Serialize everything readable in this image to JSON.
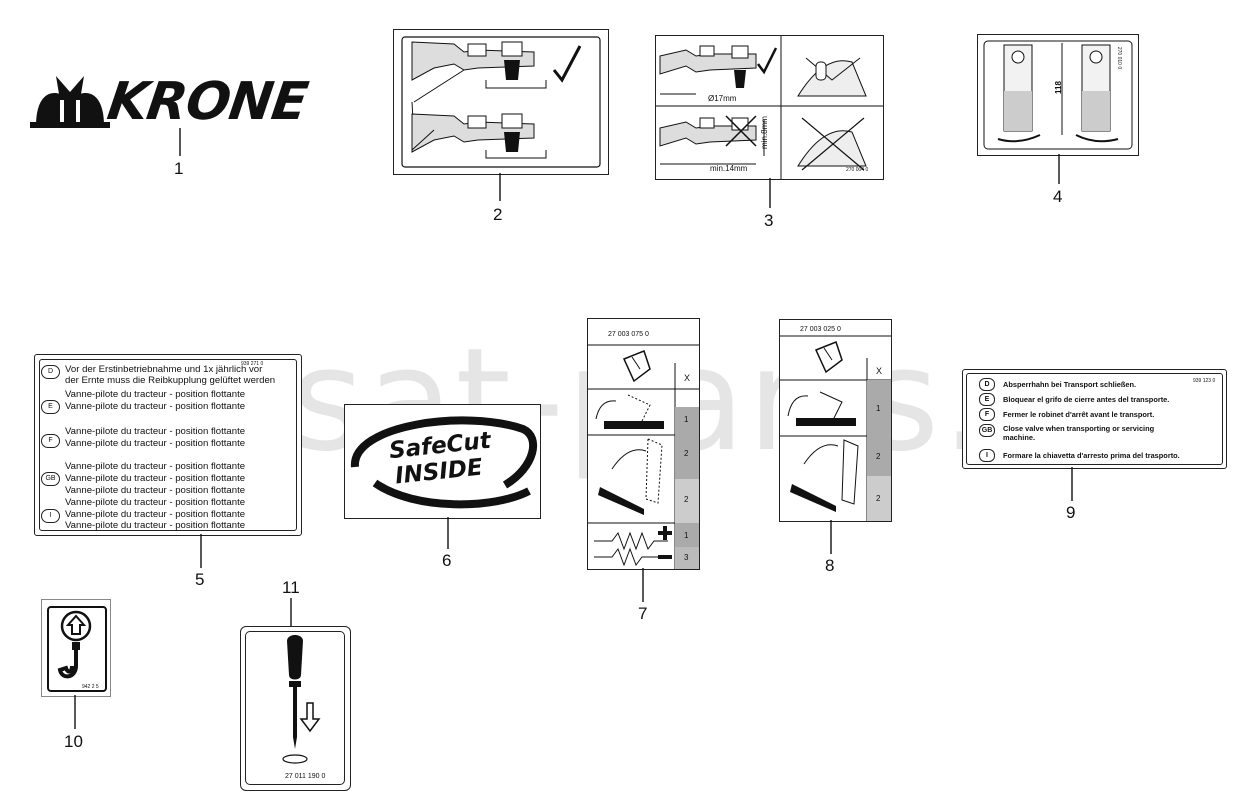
{
  "watermark": "msat-parts.ru",
  "callouts": [
    "1",
    "2",
    "3",
    "4",
    "5",
    "6",
    "7",
    "8",
    "9",
    "10",
    "11"
  ],
  "krone_logo": {
    "text": "KRONE"
  },
  "decal3": {
    "dim_diameter": "Ø17mm",
    "dim_min8": "min.8mm",
    "dim_min14": "min.14mm",
    "code": "270 004 0"
  },
  "decal4": {
    "dim": "118",
    "code": "270 010 0"
  },
  "decal5": {
    "code": "939 271 0",
    "lines": [
      {
        "lang": "D",
        "lines": [
          "Vor der Erstinbetriebnahme und 1x jährlich vor",
          "der Ernte muss die Reibkupplung gelüftet werden"
        ]
      },
      {
        "lang": "E",
        "lines": [
          "Vanne-pilote du tracteur - position flottante",
          "Vanne-pilote du tracteur - position flottante"
        ]
      },
      {
        "lang": "F",
        "lines": [
          "Vanne-pilote du tracteur - position flottante",
          "Vanne-pilote du tracteur - position flottante"
        ]
      },
      {
        "lang": "GB",
        "lines": [
          "Vanne-pilote du tracteur - position flottante",
          "Vanne-pilote du tracteur - position flottante",
          "Vanne-pilote du tracteur - position flottante"
        ]
      },
      {
        "lang": "I",
        "lines": [
          "Vanne-pilote du tracteur - position flottante",
          "Vanne-pilote du tracteur - position flottante",
          "Vanne-pilote du tracteur - position flottante"
        ]
      }
    ]
  },
  "decal6": {
    "line1": "SafeCut",
    "line2": "INSIDE"
  },
  "decal7": {
    "part": "27 003 075 0",
    "col": [
      "X",
      "1",
      "2",
      "2",
      "1",
      "3"
    ]
  },
  "decal8": {
    "part": "27 003 025 0",
    "col": [
      "X",
      "1",
      "2",
      "2"
    ]
  },
  "decal9": {
    "code": "939 123 0",
    "rows": [
      {
        "lang": "D",
        "text": "Absperrhahn bei Transport schließen."
      },
      {
        "lang": "E",
        "text": "Bloquear el grifo de cierre antes del transporte."
      },
      {
        "lang": "F",
        "text": "Fermer le robinet d'arrêt avant le transport."
      },
      {
        "lang": "GB",
        "text": "Close valve when transporting or servicing"
      },
      {
        "lang": "",
        "text": "machine."
      },
      {
        "lang": "I",
        "text": "Formare la chiavetta d'arresto prima del trasporto."
      }
    ]
  },
  "decal10": {
    "code": "942 2 5"
  },
  "decal11": {
    "part": "27 011 190 0"
  },
  "colors": {
    "ink": "#111111",
    "hatch": "#9a9a9a"
  }
}
